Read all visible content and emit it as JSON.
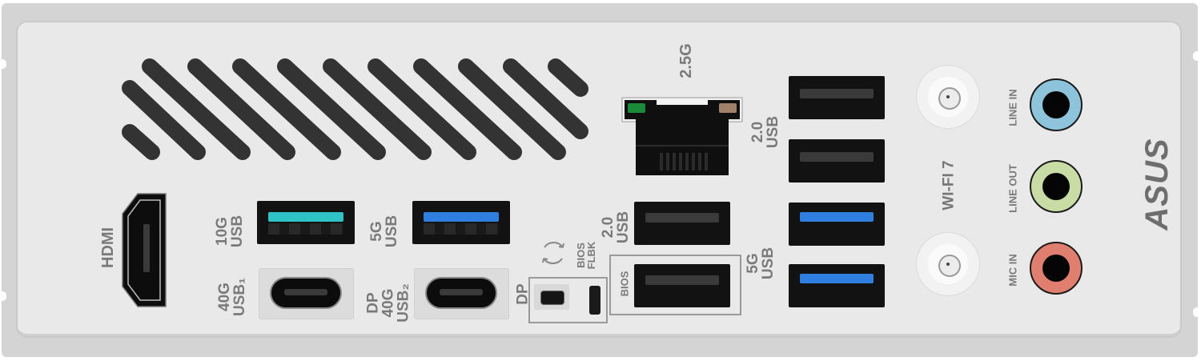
{
  "panel": {
    "type": "motherboard rear I/O shield",
    "brand_logo": "ASUS",
    "colors": {
      "plate": "#e9e9e9",
      "frame": "#d4d4d4",
      "label_text": "#7a7a7a",
      "vent": "#333333",
      "usb_10g": "#2fc3c8",
      "usb_5g": "#2f7fe0",
      "line_in": "#8ec3dc",
      "line_out": "#c9dca6",
      "mic_in": "#e07f70",
      "led_green": "#1a8a3a",
      "led_amber": "#a0806a"
    }
  },
  "labels": {
    "hdmi": "HDMI",
    "usb10g_top": "10G",
    "usb10g_bottom": "USB",
    "usb5g_left_top": "5G",
    "usb5g_left_bottom": "USB",
    "typec1_top": "40G",
    "typec1_bottom": "USB₁",
    "typec2_dp": "DP",
    "typec2_top": "40G",
    "typec2_bottom": "USB₂",
    "typec2_right_dp": "DP",
    "bios_flbk_top": "BIOS",
    "bios_flbk_bottom": "FLBK",
    "lan_speed": "2.5G",
    "usb20_top_a": "2.0",
    "usb20_top_b": "USB",
    "usb20_mid_a": "2.0",
    "usb20_mid_b": "USB",
    "bios_port": "BIOS",
    "usb5g_right_top": "5G",
    "usb5g_right_bottom": "USB",
    "wifi": "WI-FI 7",
    "line_in": "LINE IN",
    "line_out": "LINE OUT",
    "mic_in": "MIC IN",
    "asus_logo": "ASUS"
  },
  "ports": [
    {
      "id": "hdmi",
      "kind": "HDMI"
    },
    {
      "id": "usb-a-10g",
      "kind": "USB-A",
      "speed": "10G"
    },
    {
      "id": "usb-a-5g-left",
      "kind": "USB-A",
      "speed": "5G"
    },
    {
      "id": "usb-c-1",
      "kind": "USB-C",
      "speed": "40G",
      "dp": true
    },
    {
      "id": "usb-c-2",
      "kind": "USB-C",
      "speed": "40G",
      "dp": true
    },
    {
      "id": "bios-flashback-button",
      "kind": "Button",
      "label": "BIOS FLBK"
    },
    {
      "id": "lan",
      "kind": "RJ45",
      "speed": "2.5G"
    },
    {
      "id": "usb-a-20-mid",
      "kind": "USB-A",
      "speed": "2.0"
    },
    {
      "id": "usb-a-bios",
      "kind": "USB-A",
      "speed": "2.0",
      "label": "BIOS"
    },
    {
      "id": "usb-a-20-top-1",
      "kind": "USB-A",
      "speed": "2.0"
    },
    {
      "id": "usb-a-20-top-2",
      "kind": "USB-A",
      "speed": "2.0"
    },
    {
      "id": "usb-a-5g-right-1",
      "kind": "USB-A",
      "speed": "5G"
    },
    {
      "id": "usb-a-5g-right-2",
      "kind": "USB-A",
      "speed": "5G"
    },
    {
      "id": "wifi-antenna-1",
      "kind": "SMA",
      "label": "WI-FI 7"
    },
    {
      "id": "wifi-antenna-2",
      "kind": "SMA",
      "label": "WI-FI 7"
    },
    {
      "id": "line-in",
      "kind": "3.5mm",
      "label": "LINE IN"
    },
    {
      "id": "line-out",
      "kind": "3.5mm",
      "label": "LINE OUT"
    },
    {
      "id": "mic-in",
      "kind": "3.5mm",
      "label": "MIC IN"
    }
  ]
}
